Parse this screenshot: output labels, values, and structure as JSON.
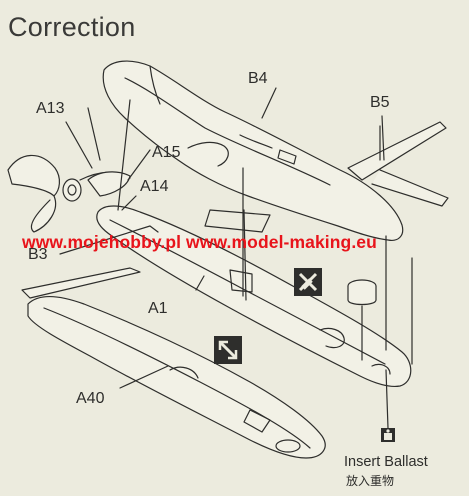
{
  "title": "Correction",
  "watermark": "www.mojehobby.pl www.model-making.eu",
  "labels": {
    "b4": "B4",
    "b5": "B5",
    "a13": "A13",
    "a15": "A15",
    "a14": "A14",
    "b3": "B3",
    "a1": "A1",
    "a40": "A40"
  },
  "ballast": {
    "label": "Insert Ballast",
    "label_cn": "放入重物"
  },
  "icons": [
    "cement-do-not-glue-icon",
    "cement-glue-icon",
    "ballast-weight-icon"
  ],
  "colors": {
    "background": "#ecebde",
    "line": "#2e2e2c",
    "watermark": "#e8141b"
  }
}
